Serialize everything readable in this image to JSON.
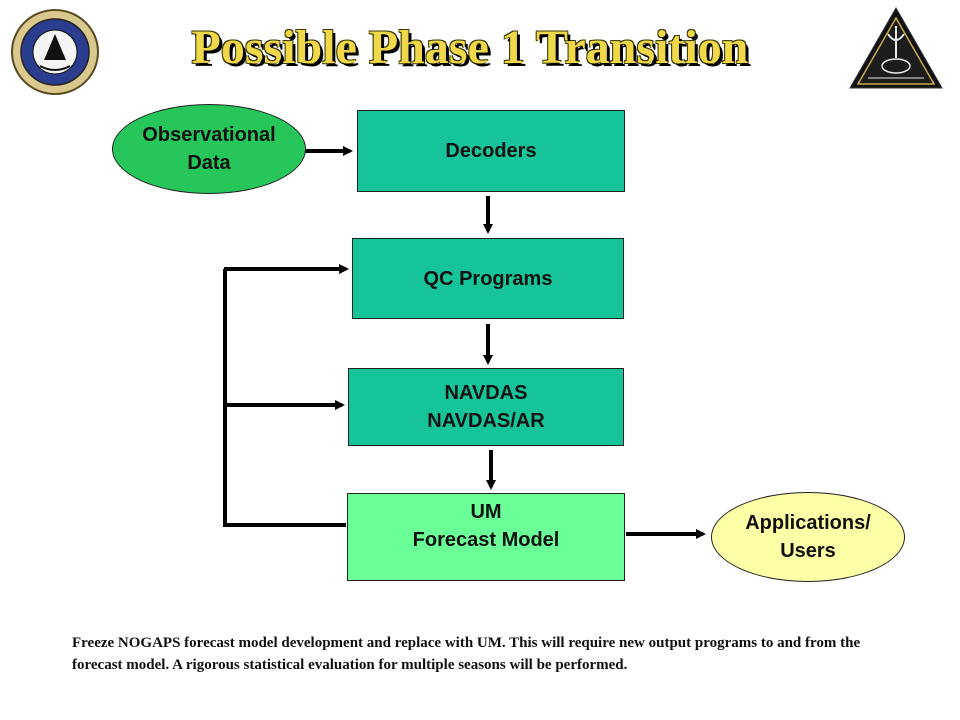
{
  "title": "Possible Phase 1 Transition",
  "nodes": {
    "observational_data": {
      "line1": "Observational",
      "line2": "Data"
    },
    "decoders": {
      "label": "Decoders"
    },
    "qc_programs": {
      "label": "QC Programs"
    },
    "navdas": {
      "line1": "NAVDAS",
      "line2": "NAVDAS/AR"
    },
    "um": {
      "line1": "UM",
      "line2": "Forecast Model"
    },
    "applications": {
      "line1": "Applications/",
      "line2": "Users"
    }
  },
  "footnote": "Freeze NOGAPS forecast model development and replace with UM. This will require new output programs to and from the forecast model. A rigorous statistical evaluation for multiple seasons will be performed.",
  "colors": {
    "teal_box": "#16c49a",
    "light_green_box": "#6bff98",
    "green_oval": "#26c65a",
    "yellow_oval": "#ffffa8",
    "title_gold": "#f0d84a"
  },
  "logos": {
    "left": "left-emblem-logo",
    "right": "naval-meteorology-command-logo"
  }
}
